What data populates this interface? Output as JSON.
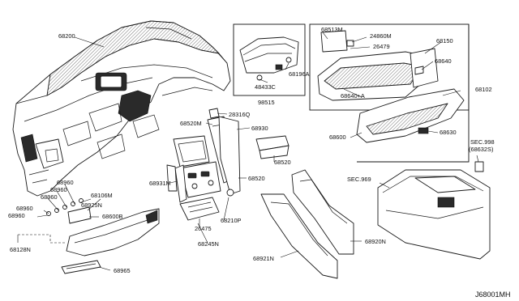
{
  "labels": {
    "p68200": "68200",
    "p68513M": "68513M",
    "p24860M": "24860M",
    "p26479": "26479",
    "p68150": "68150",
    "p68640": "68640",
    "p68102": "68102",
    "p68640A": "68640+A",
    "p68600": "68600",
    "p68630": "68630",
    "p68196A": "68196A",
    "p48433C": "48433C",
    "p98515": "98515",
    "p28316Q": "28316Q",
    "p68520M": "68520M",
    "p68930": "68930",
    "p68520_top": "68520",
    "p68520_bottom": "68520",
    "p68931M": "68931M",
    "sec998": "SEC.998",
    "sec998_sub": "(68632S)",
    "sec969": "SEC.969",
    "p68106M": "68106M",
    "p68925N": "68925N",
    "p68600B": "68600B",
    "p68960_a": "68960",
    "p68960_b": "68960",
    "p68960_c": "68960",
    "p68960_d": "68960",
    "p68960_e": "68960",
    "p26475": "26475",
    "p68210P": "68210P",
    "p68245N": "68245N",
    "p68920N": "68920N",
    "p68921N": "68921N",
    "p68128N": "68128N",
    "p68965": "68965",
    "diagram_code": "J68001MH"
  }
}
